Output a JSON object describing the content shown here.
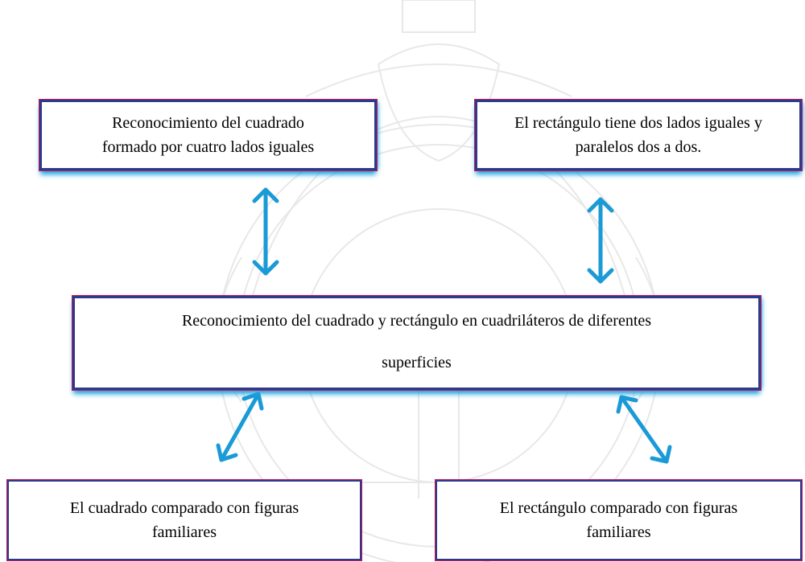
{
  "diagram": {
    "box_top_left": {
      "line1": "Reconocimiento del cuadrado",
      "line2": "formado por cuatro lados iguales"
    },
    "box_top_right": {
      "line1": "El rectángulo tiene dos lados iguales y",
      "line2": "paralelos dos a dos."
    },
    "box_center": {
      "line1": "Reconocimiento del cuadrado y rectángulo en cuadriláteros de diferentes",
      "line2": "superficies"
    },
    "box_bottom_left": {
      "line1": "El cuadrado comparado con figuras",
      "line2": "familiares"
    },
    "box_bottom_right": {
      "line1": "El rectángulo comparado con figuras",
      "line2": "familiares"
    },
    "colors": {
      "arrow": "#1a9ad6",
      "border": "#2d3a8c",
      "shadow": "#1aa3e0",
      "watermark": "#e6e6e6"
    }
  }
}
